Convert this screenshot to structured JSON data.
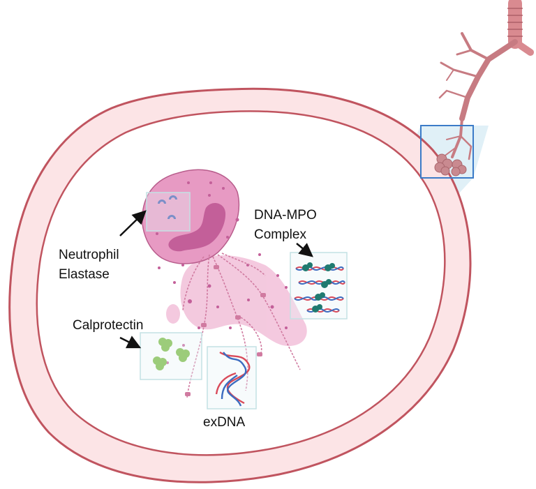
{
  "labels": {
    "neutrophil_elastase": [
      "Neutrophil",
      "Elastase"
    ],
    "dna_mpo_complex": [
      "DNA-MPO",
      "Complex"
    ],
    "calprotectin": "Calprotectin",
    "exdna": "exDNA"
  },
  "colors": {
    "airway_wall_fill": "#fce4e6",
    "airway_wall_stroke": "#c0545f",
    "lung_tree": "#c77b82",
    "trachea": "#d98a90",
    "alveoli": "#c98a90",
    "zoom_box": "#3b7bc8",
    "zoom_cone": "#daedf6",
    "neutrophil_body": "#e79ac3",
    "neutrophil_nucleus": "#c35f99",
    "net_cloud": "#f0b7d4",
    "inset_box": "#c4e1e4",
    "elastase": "#7b8fc8",
    "calprotectin": "#9ccc7a",
    "mpo": "#1f7a70",
    "dna_red": "#d94a5a",
    "dna_blue": "#3c6cc0"
  },
  "icons": [
    "lung-bronchial-tree-icon",
    "neutrophil-icon",
    "elastase-icon",
    "calprotectin-icon",
    "dna-helix-icon",
    "mpo-protein-icon"
  ]
}
